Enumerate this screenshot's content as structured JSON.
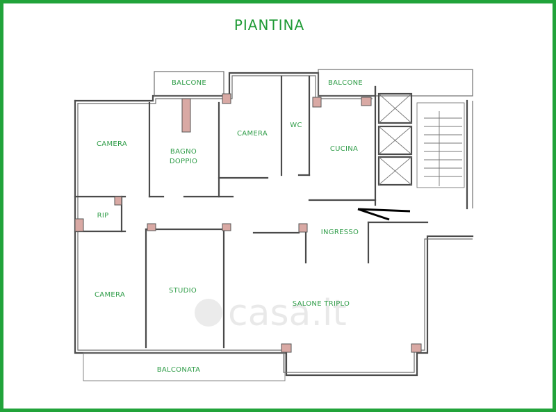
{
  "title": "PIANTINA",
  "watermark": "casa.it",
  "rooms": {
    "balcone_1": "BALCONE",
    "balcone_2": "BALCONE",
    "camera_1": "CAMERA",
    "bagno_line1": "BAGNO",
    "bagno_line2": "DOPPIO",
    "camera_2": "CAMERA",
    "wc": "WC",
    "cucina": "CUCINA",
    "rip": "RIP",
    "ingresso": "INGRESSO",
    "camera_3": "CAMERA",
    "studio": "STUDIO",
    "salone": "SALONE TRIPLO",
    "balconata": "BALCONATA"
  },
  "colors": {
    "frame": "#21a33a",
    "label": "#2e9c47",
    "pillar": "#d9a9a4"
  }
}
